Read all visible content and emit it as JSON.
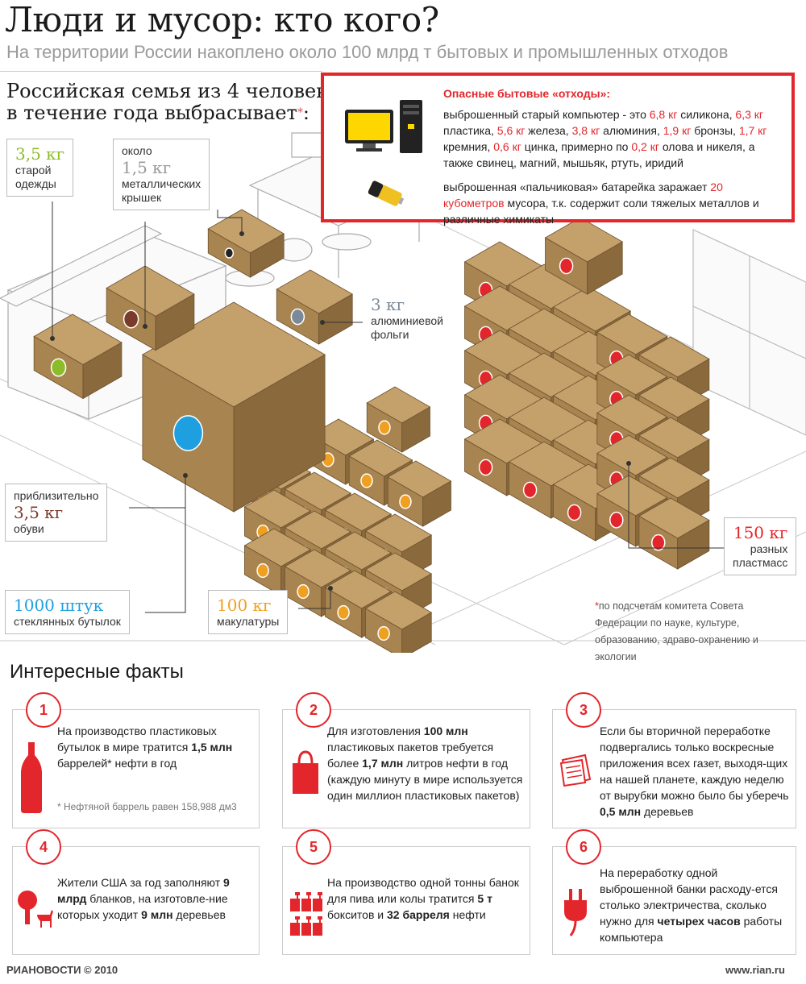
{
  "header": {
    "title": "Люди и мусор: кто кого?",
    "subtitle": "На территории России накоплено около 100 млрд т бытовых и промышленных отходов"
  },
  "lead": {
    "line1": "Российская семья из 4 человек",
    "line2": "в течение года выбрасывает",
    "asterisk": "*",
    "colon": ":"
  },
  "labels": {
    "clothes": {
      "amount": "3,5 кг",
      "line1": "старой",
      "line2": "одежды",
      "color": "#8cbc2a"
    },
    "lids": {
      "prefix": "около",
      "amount": "1,5 кг",
      "line1": "металлических",
      "line2": "крышек",
      "color": "#9a9a9a"
    },
    "foil": {
      "amount": "3 кг",
      "line1": "алюминиевой",
      "line2": "фольги",
      "color": "#7a8a9a"
    },
    "shoes": {
      "prefix": "приблизительно",
      "amount": "3,5 кг",
      "line1": "обуви",
      "color": "#7a3b2a"
    },
    "glass": {
      "amount": "1000 штук",
      "line1": "стеклянных бутылок",
      "color": "#1ea0e0"
    },
    "paper": {
      "amount": "100 кг",
      "line1": "макулатуры",
      "color": "#f0a020"
    },
    "plastic": {
      "amount": "150 кг",
      "line1": "разных",
      "line2": "пластмасс",
      "color": "#e3262b"
    }
  },
  "danger": {
    "title": "Опасные бытовые «отходы»:",
    "computer": {
      "t1": "выброшенный старый компьютер - это ",
      "v1": "6,8 кг",
      "t2": " силикона, ",
      "v2": "6,3 кг",
      "t3": " пластика, ",
      "v3": "5,6 кг",
      "t4": " железа, ",
      "v4": "3,8 кг",
      "t5": " алюминия, ",
      "v5": "1,9 кг",
      "t6": " бронзы, ",
      "v6": "1,7 кг",
      "t7": " кремния, ",
      "v7": "0,6 кг",
      "t8": " цинка, примерно по ",
      "v8": "0,2 кг",
      "t9": " олова и никеля, а также свинец, магний, мышьяк, ртуть, иридий"
    },
    "battery": {
      "t1": "выброшенная «пальчиковая» батарейка заражает ",
      "v1": "20 кубометров",
      "t2": " мусора, т.к. содержит соли тяжелых металлов и различные химикаты"
    }
  },
  "footnote": {
    "asterisk": "*",
    "text": "по подсчетам комитета Совета Федерации по науке, культуре, образованию, здраво-охранению и экологии"
  },
  "facts": {
    "title": "Интересные факты",
    "items": [
      {
        "num": "1",
        "pre": "На производство пластиковых бутылок в мире тратится ",
        "b1": "1,5 млн",
        "mid": " баррелей* нефти в год",
        "b2": "",
        "post": "",
        "note": "* Нефтяной баррель равен 158,988 дм3"
      },
      {
        "num": "2",
        "pre": "Для изготовления ",
        "b1": "100 млн",
        "mid": " пластиковых пакетов требуется более ",
        "b2": "1,7 млн",
        "post": " литров нефти в год (каждую минуту в мире используется один миллион пластиковых пакетов)",
        "note": ""
      },
      {
        "num": "3",
        "pre": "Если бы вторичной переработке подвергались только воскресные приложения всех газет, выходя-щих на нашей планете, каждую неделю от вырубки можно было бы уберечь ",
        "b1": "0,5 млн",
        "mid": " деревьев",
        "b2": "",
        "post": "",
        "note": ""
      },
      {
        "num": "4",
        "pre": "Жители США за год заполняют ",
        "b1": "9 млрд",
        "mid": " бланков, на изготовле-ние которых уходит ",
        "b2": "9 млн",
        "post": " деревьев",
        "note": ""
      },
      {
        "num": "5",
        "pre": "На производство одной тонны банок для пива или колы тратится ",
        "b1": "5 т",
        "mid": " бокситов и ",
        "b2": "32 барреля",
        "post": " нефти",
        "note": ""
      },
      {
        "num": "6",
        "pre": "На переработку одной выброшенной банки расходу-ется столько электричества, сколько нужно для ",
        "b1": "четырех часов",
        "mid": " работы компьютера",
        "b2": "",
        "post": "",
        "note": ""
      }
    ]
  },
  "footer": {
    "logo": "РИАНОВОСТИ © 2010",
    "url": "www.rian.ru"
  },
  "colors": {
    "accent": "#e3262b",
    "box": "#a88450",
    "box_top": "#c4a06a",
    "box_dark": "#8a6a3c"
  }
}
